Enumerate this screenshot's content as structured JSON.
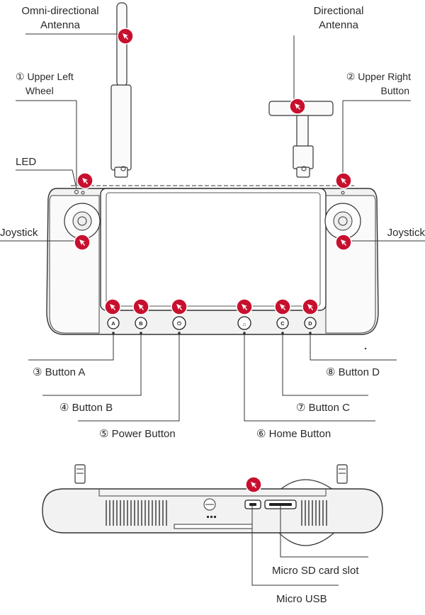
{
  "labels": {
    "omni_antenna_line1": "Omni-directional",
    "omni_antenna_line2": "Antenna",
    "directional_antenna_line1": "Directional",
    "directional_antenna_line2": "Antenna",
    "upper_left_wheel_line1": "① Upper Left",
    "upper_left_wheel_line2": "Wheel",
    "upper_right_button_line1": "② Upper Right",
    "upper_right_button_line2": "Button",
    "led": "LED",
    "joystick_left": "Joystick",
    "joystick_right": "Joystick",
    "button_a": "③ Button A",
    "button_b": "④ Button B",
    "power_button": "⑤ Power Button",
    "home_button": "⑥ Home Button",
    "button_c": "⑦ Button C",
    "button_d": "⑧ Button D",
    "micro_sd": "Micro SD card slot",
    "micro_usb": "Micro USB"
  },
  "button_letters": {
    "a": "A",
    "b": "B",
    "power": "⏻",
    "home": "⌂",
    "c": "C",
    "d": "D"
  },
  "icons": {
    "marker": "cursor-pin-icon"
  },
  "colors": {
    "marker": "#c8102e",
    "line": "#333333",
    "body": "#f2f2f2"
  }
}
